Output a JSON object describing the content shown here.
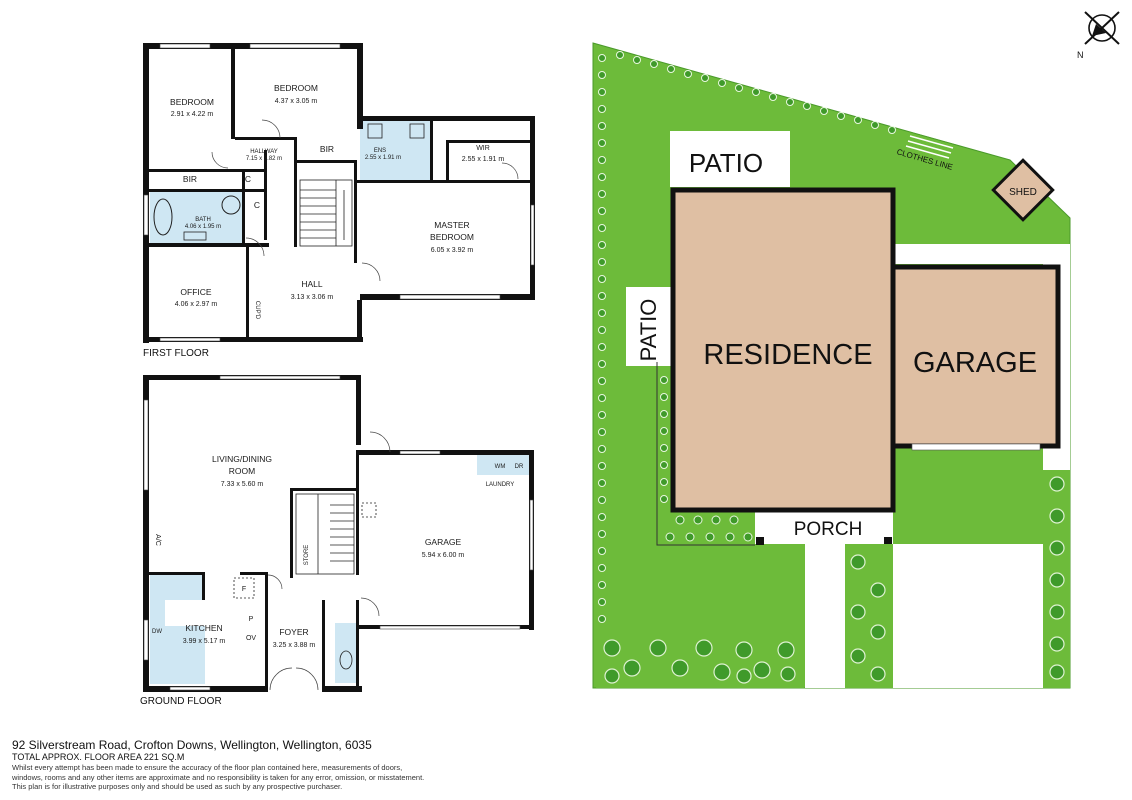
{
  "compass": {
    "label": "N"
  },
  "first_floor": {
    "label": "FIRST FLOOR",
    "rooms": [
      {
        "name": "BEDROOM",
        "size": "2.91 x 4.22 m"
      },
      {
        "name": "BEDROOM",
        "size": "4.37 x 3.05 m"
      },
      {
        "name": "HALLWAY",
        "size": "7.15 x 3.82 m"
      },
      {
        "name": "BIR",
        "size": ""
      },
      {
        "name": "ENS",
        "size": "2.55 x 1.91 m"
      },
      {
        "name": "WIR",
        "size": "2.55 x 1.91 m"
      },
      {
        "name": "BIR",
        "size": ""
      },
      {
        "name": "C",
        "size": ""
      },
      {
        "name": "C",
        "size": ""
      },
      {
        "name": "BATH",
        "size": "4.06 x 1.95 m"
      },
      {
        "name": "MASTER",
        "name2": "BEDROOM",
        "size": "6.05 x 3.92 m"
      },
      {
        "name": "OFFICE",
        "size": "4.06 x 2.97 m"
      },
      {
        "name": "HALL",
        "size": "3.13 x 3.06 m"
      },
      {
        "name": "CUP'D",
        "size": ""
      }
    ]
  },
  "ground_floor": {
    "label": "GROUND FLOOR",
    "rooms": [
      {
        "name": "LIVING/DINING",
        "name2": "ROOM",
        "size": "7.33 x 5.60 m"
      },
      {
        "name": "GARAGE",
        "size": "5.94 x 6.00 m"
      },
      {
        "name": "LAUNDRY",
        "size": ""
      },
      {
        "name": "WM",
        "size": ""
      },
      {
        "name": "DR",
        "size": ""
      },
      {
        "name": "STORE",
        "size": ""
      },
      {
        "name": "A/C",
        "size": ""
      },
      {
        "name": "F",
        "size": ""
      },
      {
        "name": "P",
        "size": ""
      },
      {
        "name": "OV",
        "size": ""
      },
      {
        "name": "DW",
        "size": ""
      },
      {
        "name": "KITCHEN",
        "size": "3.99 x 5.17 m"
      },
      {
        "name": "FOYER",
        "size": "3.25 x 3.88 m"
      }
    ]
  },
  "site_plan": {
    "patio_top": "PATIO",
    "patio_side": "PATIO",
    "residence": "RESIDENCE",
    "garage": "GARAGE",
    "porch": "PORCH",
    "shed": "SHED",
    "clothes_line": "CLOTHES LINE",
    "colors": {
      "lawn": "#6dbb3a",
      "building": "#dfbfa3",
      "path": "#ffffff",
      "hedge": "#3f9a2a"
    }
  },
  "footer": {
    "address": "92 Silverstream Road, Crofton Downs, Wellington, Wellington, 6035",
    "area": "TOTAL APPROX. FLOOR AREA 221 SQ.M",
    "disclaimer1": "Whilst every attempt has been made to ensure the accuracy of the floor plan contained here, measurements of doors,",
    "disclaimer2": "windows, rooms and any other items are approximate and no responsibility is taken for any error, omission, or misstatement.",
    "disclaimer3": "This plan is for illustrative purposes only and should be used as such by any prospective purchaser."
  }
}
